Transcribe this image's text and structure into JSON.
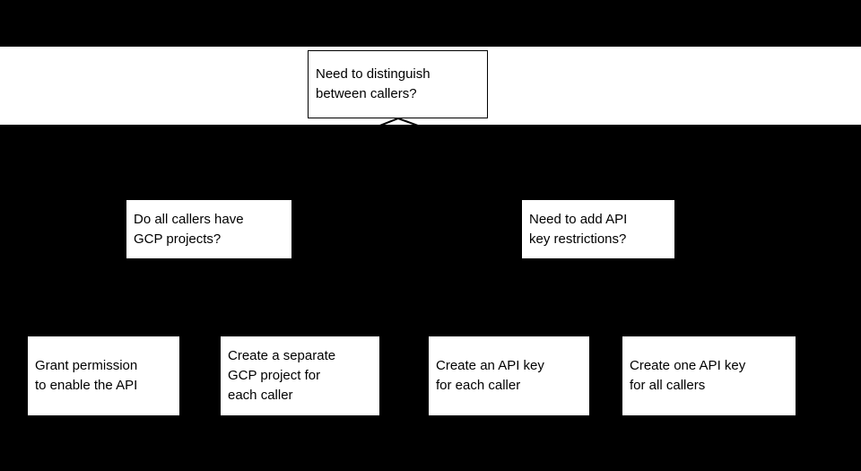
{
  "colors": {
    "background": "#000000",
    "band_fill": "#ffffff",
    "node_fill": "#ffffff",
    "node_border": "#000000",
    "text": "#000000",
    "connector": "#000000"
  },
  "flowchart": {
    "root": {
      "question": "Need to distinguish between callers?",
      "lines": [
        "Need to distinguish",
        "between callers?"
      ]
    },
    "branches": {
      "left_question": {
        "question": "Do all callers have GCP projects?",
        "lines": [
          "Do all callers have",
          "GCP projects?"
        ]
      },
      "right_question": {
        "question": "Need to add API key restrictions?",
        "lines": [
          "Need to add API",
          "key restrictions?"
        ]
      }
    },
    "outcomes": [
      {
        "label": "Grant permission to enable the API",
        "lines": [
          "Grant permission",
          "to enable the API"
        ]
      },
      {
        "label": "Create a separate GCP project for each caller",
        "lines": [
          "Create a separate",
          "GCP project for",
          "each caller"
        ]
      },
      {
        "label": "Create an API key for each caller",
        "lines": [
          "Create an API key",
          "for each caller"
        ]
      },
      {
        "label": "Create one API key for all callers",
        "lines": [
          "Create one API key",
          "for all callers"
        ]
      }
    ]
  }
}
